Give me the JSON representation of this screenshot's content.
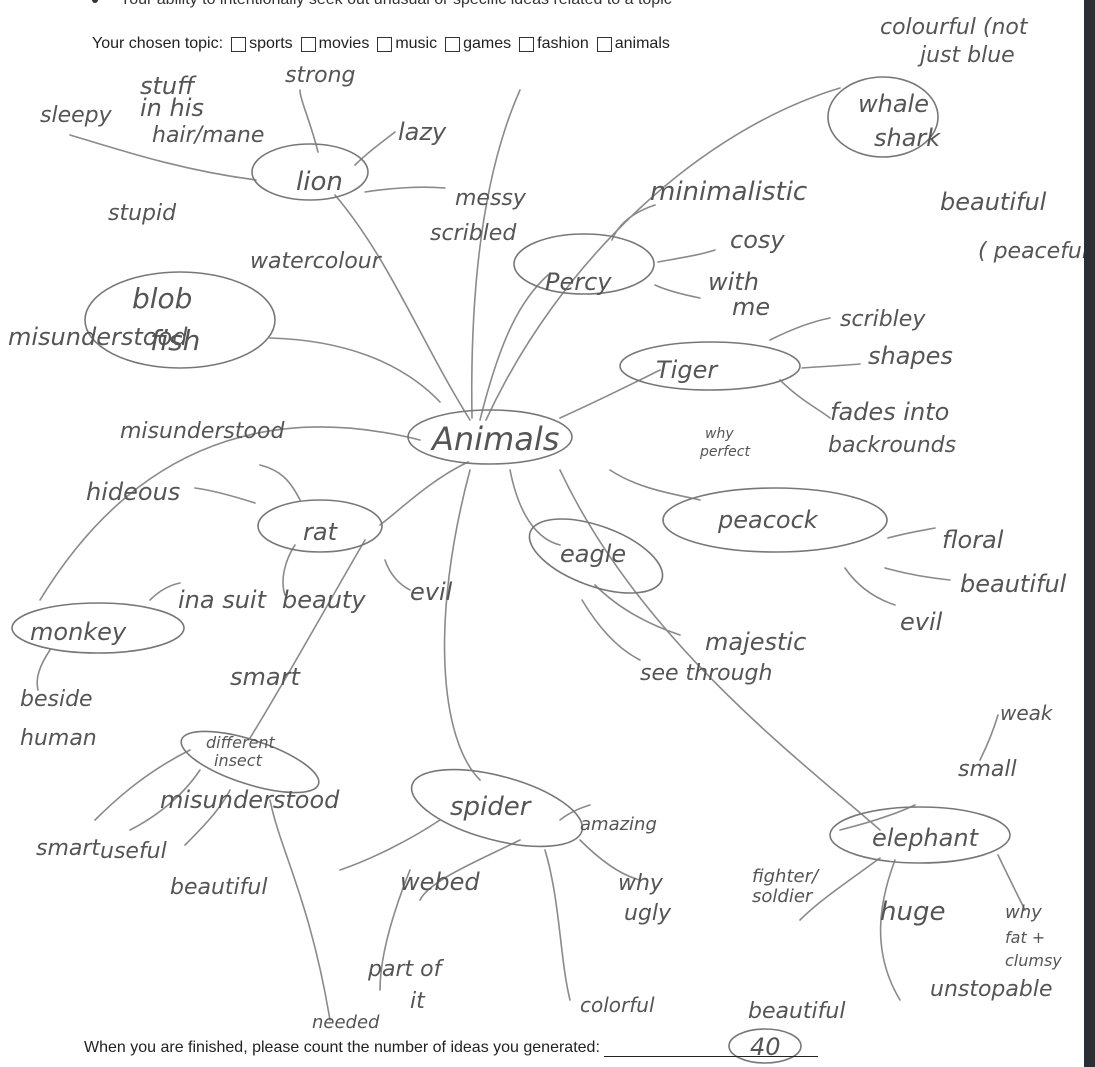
{
  "header": {
    "bullet_text": "Your ability to intentionally seek out unusual or specific ideas related to a topic",
    "topic_label": "Your chosen topic:",
    "topic_options": [
      "sports",
      "movies",
      "music",
      "games",
      "fashion",
      "animals"
    ]
  },
  "map": {
    "center": "Animals",
    "branches": {
      "whale_shark": {
        "label_1": "whale",
        "label_2": "shark",
        "ideas": [
          "colourful (not",
          "just blue",
          "beautiful",
          "( peaceful"
        ]
      },
      "lion": {
        "label": "lion",
        "ideas": [
          "stuff",
          "in his",
          "hair/mane",
          "strong",
          "sleepy",
          "lazy",
          "messy",
          "scribled"
        ]
      },
      "percy": {
        "label": "Percy",
        "ideas": [
          "minimalistic",
          "cosy",
          "with",
          "me"
        ]
      },
      "blobfish": {
        "label_1": "blob",
        "label_2": "fish",
        "ideas": [
          "stupid",
          "watercolour",
          "misunderstood"
        ]
      },
      "tiger": {
        "label": "Tiger",
        "ideas": [
          "scribley",
          "shapes",
          "fades into",
          "backrounds"
        ]
      },
      "rat": {
        "label": "rat",
        "ideas": [
          "misunderstood",
          "hideous",
          "beauty",
          "evil"
        ]
      },
      "peacock": {
        "label": "peacock",
        "ideas": [
          "why",
          "perfect",
          "floral",
          "beautiful",
          "evil"
        ]
      },
      "eagle": {
        "label": "eagle",
        "ideas": [
          "majestic",
          "see through"
        ]
      },
      "monkey": {
        "label": "monkey",
        "ideas": [
          "ina suit",
          "smart",
          "beside",
          "human"
        ]
      },
      "insect": {
        "label_1": "different",
        "label_2": "insect",
        "ideas": [
          "misunderstood",
          "smart",
          "useful",
          "beautiful",
          "needed"
        ]
      },
      "spider": {
        "label": "spider",
        "ideas": [
          "amazing",
          "why",
          "ugly",
          "webed",
          "part of",
          "it",
          "colorful",
          "beautiful"
        ]
      },
      "elephant": {
        "label": "elephant",
        "ideas": [
          "weak",
          "small",
          "fighter/",
          "soldier",
          "huge",
          "unstopable",
          "why",
          "fat +",
          "clumsy"
        ]
      }
    }
  },
  "footer": {
    "prompt": "When you are finished, please count the number of ideas you generated:",
    "count": "40"
  }
}
